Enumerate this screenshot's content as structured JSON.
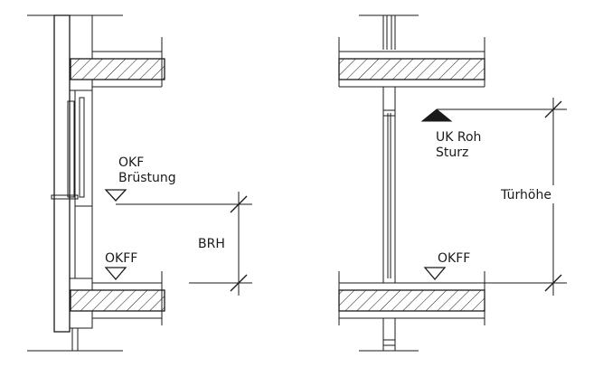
{
  "labels": {
    "okf_line1": "OKF",
    "okf_line2": "Brüstung",
    "okff_left": "OKFF",
    "brh": "BRH",
    "uk_line1": "UK Roh",
    "uk_line2": "Sturz",
    "tuerhoehe": "Türhöhe",
    "okff_right": "OKFF"
  }
}
